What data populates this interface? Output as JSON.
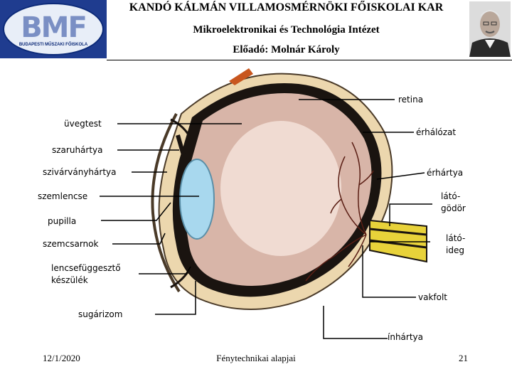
{
  "header": {
    "logo_text": "BMF",
    "logo_subtext": "BUDAPESTI MŰSZAKI FŐISKOLA",
    "title": "KANDÓ KÁLMÁN VILLAMOSMÉRNÖKI FŐISKOLAI KAR",
    "subtitle": "Mikroelektronikai és Technológia Intézet",
    "lecturer": "Előadó: Molnár Károly"
  },
  "diagram": {
    "labels": {
      "uvegtest": "üvegtest",
      "szaruhartya": "szaruhártya",
      "szivarvanyhartya": "szivárványhártya",
      "szemlencse": "szemlencse",
      "pupilla": "pupilla",
      "szemcsarnok": "szemcsarnok",
      "lencsefuggeszto1": "lencsefüggesztő",
      "lencsefuggeszto2": "készülék",
      "sugarizom": "sugárizom",
      "retina": "retina",
      "erhalozat": "érhálózat",
      "erhartya": "érhártya",
      "latogodor1": "látó-",
      "latogodor2": "gödör",
      "latoideg1": "látó-",
      "latoideg2": "ideg",
      "vakfolt": "vakfolt",
      "inhartya": "ínhártya"
    }
  },
  "footer": {
    "date": "12/1/2020",
    "course": "Fénytechnikai alapjai",
    "page": "21"
  }
}
